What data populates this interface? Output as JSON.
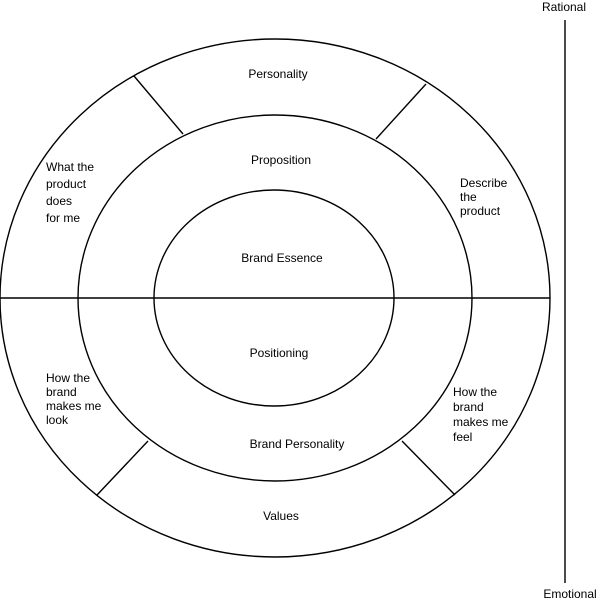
{
  "axis": {
    "top_label": "Rational",
    "bottom_label": "Emotional"
  },
  "outer_ring": {
    "top": "Personality",
    "upper_left": [
      "What the",
      "product",
      "does",
      "for me"
    ],
    "upper_right": [
      "Describe",
      "the",
      "product"
    ],
    "lower_left": [
      "How the",
      "brand",
      "makes me",
      "look"
    ],
    "lower_right": [
      "How the",
      "brand",
      "makes me",
      "feel"
    ],
    "bottom": "Values"
  },
  "middle_ring": {
    "top": "Proposition",
    "bottom": "Brand Personality"
  },
  "inner_circle": {
    "top": "Brand Essence",
    "bottom": "Positioning"
  },
  "colors": {
    "line": "#000000",
    "text": "#000000",
    "background": "#ffffff"
  }
}
